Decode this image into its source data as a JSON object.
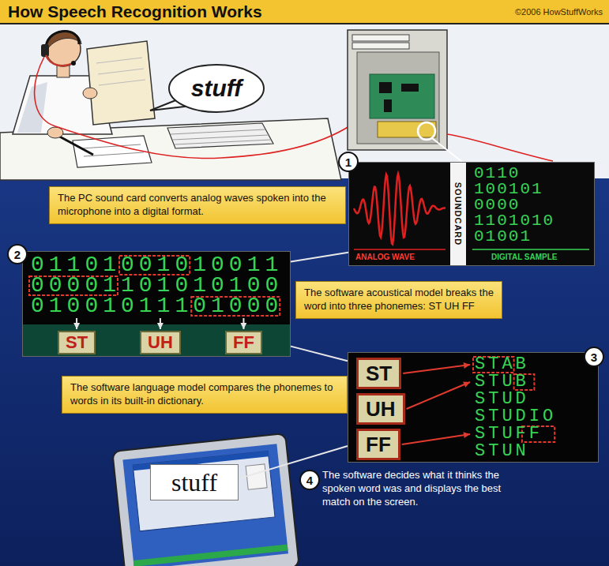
{
  "diagram": {
    "title": "How Speech Recognition Works",
    "nodes": [
      {
        "text": [
          "stuff"
        ]
      },
      {
        "text": [
          "The PC sound card converts analog waves spoken into the microphone into a digital format."
        ]
      },
      {
        "text": [
          "0110",
          "100101",
          "0000",
          "1101010",
          "01001",
          "ANALOG WAVE",
          "DIGITAL SAMPLE"
        ]
      },
      {
        "text": [
          "SOUNDCARD"
        ],
        "in": 2
      },
      {
        "text": [
          "01101001010011",
          "00001101010100",
          "01001011101000"
        ]
      },
      {
        "text": [
          "ST"
        ],
        "in": 4
      },
      {
        "text": [
          "UH"
        ],
        "in": 4
      },
      {
        "text": [
          "FF"
        ],
        "in": 4
      },
      {
        "text": [
          "The software acoustical model breaks the word into three phonemes: ST UH FF"
        ]
      },
      {
        "text": [
          "STAB",
          "STUB",
          "STUD",
          "STUDIO",
          "STUFF",
          "STUN"
        ]
      },
      {
        "text": [
          "ST"
        ],
        "in": 9
      },
      {
        "text": [
          "UH"
        ],
        "in": 9
      },
      {
        "text": [
          "FF"
        ],
        "in": 9
      },
      {
        "text": [
          "The software language model compares the phonemes to words in its built-in dictionary."
        ]
      },
      {
        "text": [
          "stuff"
        ]
      }
    ],
    "edges": [
      {
        "from": 2,
        "to": 4,
        "arrow": "none"
      },
      {
        "from": 4,
        "to": 9,
        "arrow": "none"
      },
      {
        "from": 9,
        "to": 14,
        "arrow": "none"
      }
    ],
    "labels": [
      "©2006 HowStuffWorks",
      "1",
      "2",
      "3",
      "4",
      "The software decides what it thinks the spoken word was and displays the best match on the screen."
    ]
  }
}
